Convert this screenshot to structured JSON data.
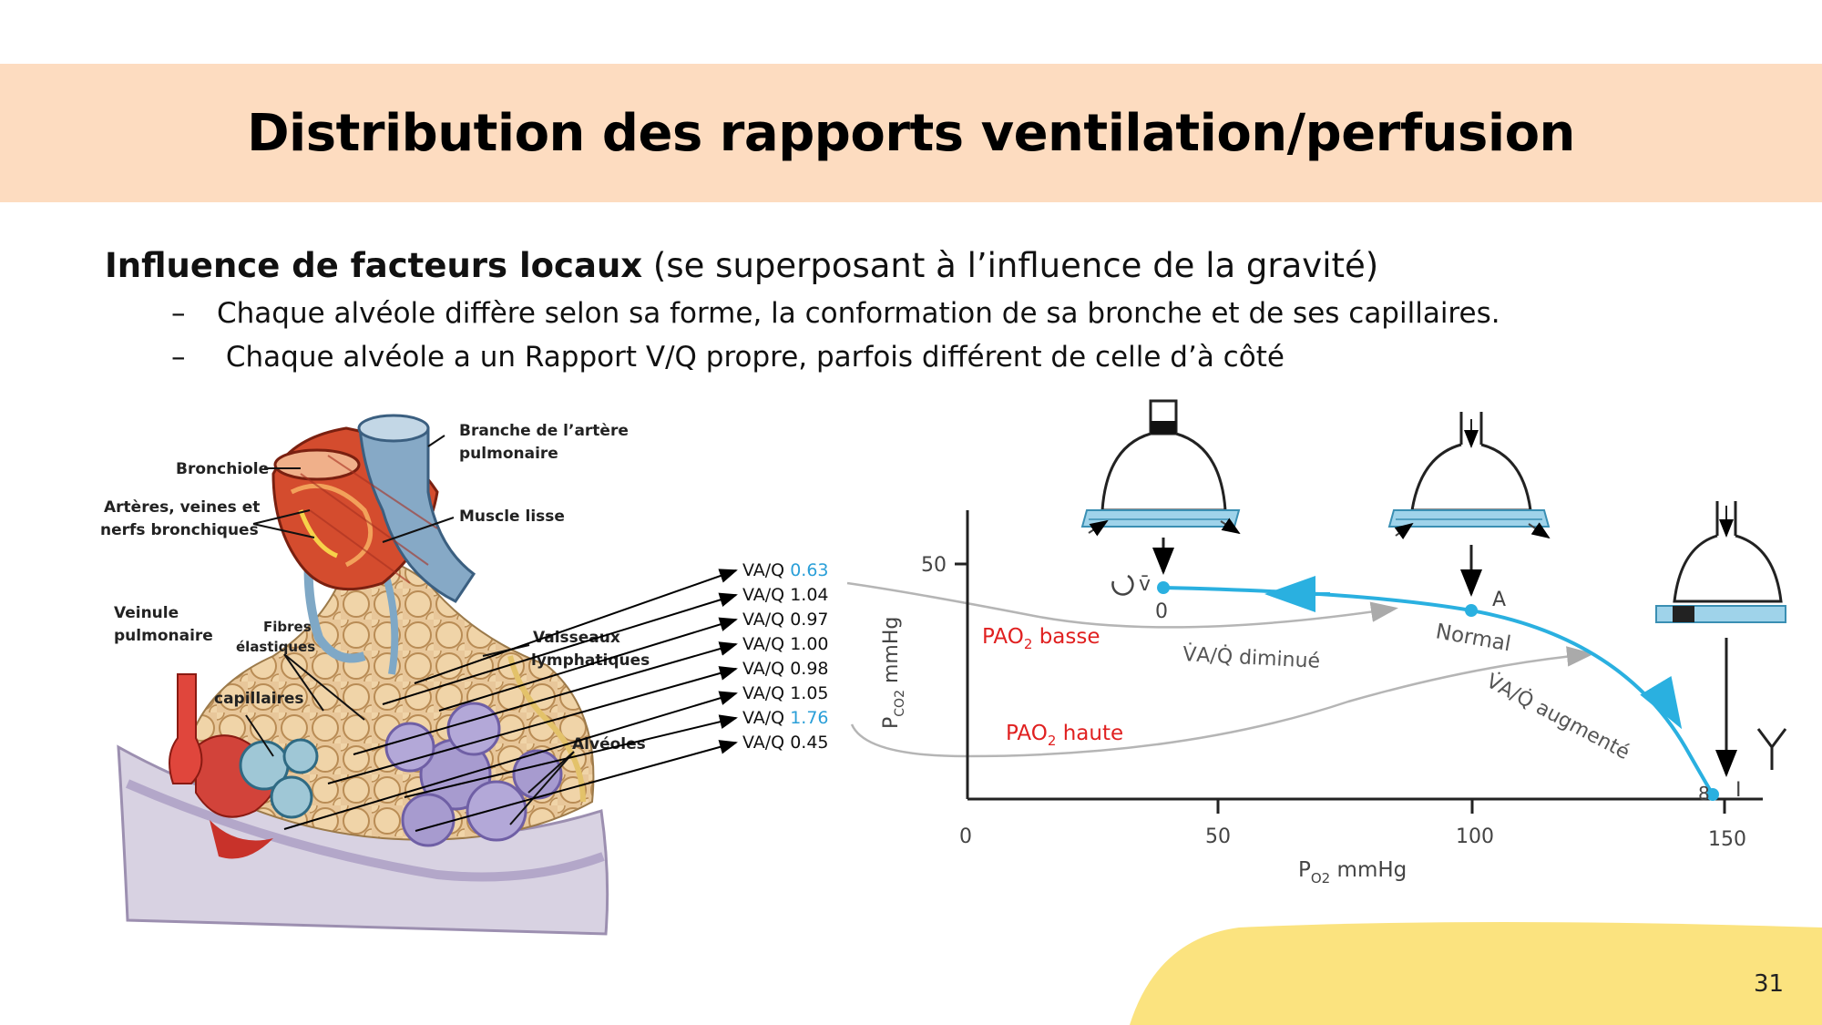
{
  "slide": {
    "title": "Distribution des rapports ventilation/perfusion",
    "page_number": "31",
    "colors": {
      "title_band": "#fddcc0",
      "accent_blob": "#fbe37f",
      "blue_curve": "#2ab0e0",
      "red_annotation": "#e02020"
    }
  },
  "intro": {
    "bold": "Influence de facteurs locaux",
    "rest": " (se superposant à l’influence de la gravité)"
  },
  "bullets": [
    {
      "dash": "–",
      "text": "Chaque alvéole diffère selon sa forme, la conformation de sa bronche et de ses capillaires."
    },
    {
      "dash": "–",
      "arrow": "",
      "text": " Chaque alvéole a un Rapport V/Q propre, parfois différent de celle d’à côté"
    }
  ],
  "anatomy": {
    "labels": {
      "bronchiole": "Bronchiole",
      "branche_line1": "Branche de l’artère",
      "branche_line2": "pulmonaire",
      "arteres_line1": "Artères, veines et",
      "arteres_line2": "nerfs bronchiques",
      "muscle": "Muscle lisse",
      "veinule_line1": "Veinule",
      "veinule_line2": "pulmonaire",
      "fibres_line1": "Fibres",
      "fibres_line2": "élastiques",
      "vaisseaux_line1": "Vaisseaux",
      "vaisseaux_line2": "lymphatiques",
      "capillaires": "capillaires",
      "alveoles": "Alvéoles"
    }
  },
  "va_q_list": [
    {
      "prefix": "VA/Q ",
      "value": "0.63",
      "highlight": true
    },
    {
      "prefix": "VA/Q ",
      "value": "1.04",
      "highlight": false
    },
    {
      "prefix": "VA/Q ",
      "value": "0.97",
      "highlight": false
    },
    {
      "prefix": "VA/Q ",
      "value": "1.00",
      "highlight": false
    },
    {
      "prefix": "VA/Q ",
      "value": "0.98",
      "highlight": false
    },
    {
      "prefix": "VA/Q ",
      "value": "1.05",
      "highlight": false
    },
    {
      "prefix": "VA/Q ",
      "value": "1.76",
      "highlight": true
    },
    {
      "prefix": "VA/Q ",
      "value": "0.45",
      "highlight": false
    }
  ],
  "graph": {
    "x_axis_label": "P",
    "x_axis_sub": "O2",
    "x_axis_unit": " mmHg",
    "y_axis_label": "P",
    "y_axis_sub": "CO2",
    "y_axis_unit": " mmHg",
    "x_ticks": [
      "0",
      "50",
      "100",
      "150"
    ],
    "y_ticks": [
      "50"
    ],
    "point_v_label": "v̄",
    "point_v_zero": "0",
    "point_a_label": "A",
    "point_i_label": "I",
    "infinity": "8",
    "normal_label": "Normal",
    "diminue_label": "V̇A/Q̇ diminué",
    "augmente_label": "V̇A/Q̇ augmenté",
    "pao2_basse_prefix": "PAO",
    "pao2_basse_sub": "2",
    "pao2_basse_suffix": " basse",
    "pao2_haute_prefix": "PAO",
    "pao2_haute_sub": "2",
    "pao2_haute_suffix": " haute"
  }
}
